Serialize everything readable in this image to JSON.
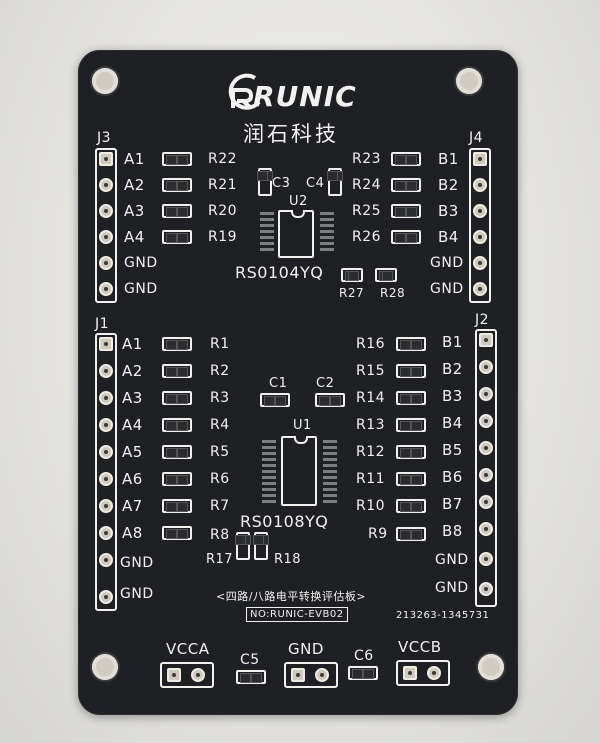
{
  "board": {
    "brand": "RUNIC",
    "brand_cn": "润石科技",
    "caption": "<四路/八路电平转换评估板>",
    "model_label": "NO:RUNIC-EVB02",
    "serial": "213263-1345731"
  },
  "connectors": {
    "j3": {
      "label": "J3",
      "pins": [
        "A1",
        "A2",
        "A3",
        "A4",
        "GND",
        "GND"
      ]
    },
    "j4": {
      "label": "J4",
      "pins": [
        "B1",
        "B2",
        "B3",
        "B4",
        "GND",
        "GND"
      ]
    },
    "j1": {
      "label": "J1",
      "pins": [
        "A1",
        "A2",
        "A3",
        "A4",
        "A5",
        "A6",
        "A7",
        "A8",
        "GND",
        "GND"
      ]
    },
    "j2": {
      "label": "J2",
      "pins": [
        "B1",
        "B2",
        "B3",
        "B4",
        "B5",
        "B6",
        "B7",
        "B8",
        "GND",
        "GND"
      ]
    }
  },
  "upper_resistors_left": [
    "R22",
    "R21",
    "R20",
    "R19"
  ],
  "upper_resistors_right": [
    "R23",
    "R24",
    "R25",
    "R26"
  ],
  "lower_resistors_left": [
    "R1",
    "R2",
    "R3",
    "R4",
    "R5",
    "R6",
    "R7",
    "R8"
  ],
  "lower_resistors_right": [
    "R16",
    "R15",
    "R14",
    "R13",
    "R12",
    "R11",
    "R10",
    "R9"
  ],
  "caps": {
    "c3": "C3",
    "c4": "C4",
    "c1": "C1",
    "c2": "C2",
    "c5": "C5",
    "c6": "C6"
  },
  "chips": {
    "u2": "U2",
    "u2_part": "RS0104YQ",
    "u1": "U1",
    "u1_part": "RS0108YQ"
  },
  "misc_resistors": {
    "r27": "R27",
    "r28": "R28",
    "r17": "R17",
    "r18": "R18"
  },
  "power": {
    "vcca": "VCCA",
    "gnd": "GND",
    "vccb": "VCCB"
  }
}
